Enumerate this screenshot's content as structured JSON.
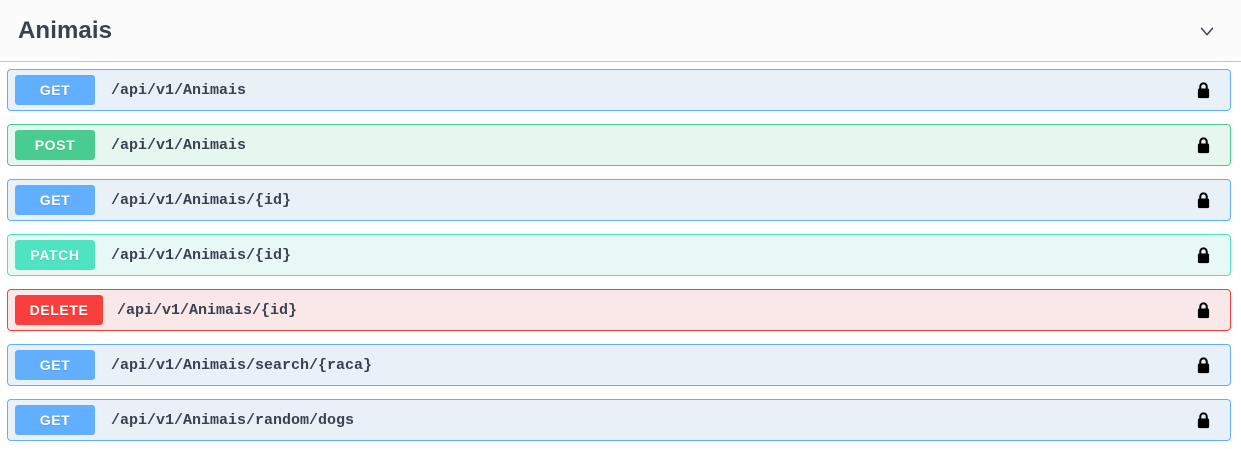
{
  "tag": {
    "title": "Animais",
    "expanded": true,
    "toggle_icon": "chevron-down-icon"
  },
  "colors": {
    "get": "#61affe",
    "post": "#49cc90",
    "patch": "#50e3c2",
    "delete": "#f93e3e",
    "get_bg": "#e8f0f8",
    "post_bg": "#e8f6f0",
    "patch_bg": "#e8f8f5",
    "delete_bg": "#fae7e7",
    "title": "#3b4151",
    "header_bg": "#fbfbfb"
  },
  "operations": [
    {
      "method": "GET",
      "method_class": "m-get",
      "path": "/api/v1/Animais",
      "locked": true,
      "lock_icon": "lock-icon"
    },
    {
      "method": "POST",
      "method_class": "m-post",
      "path": "/api/v1/Animais",
      "locked": true,
      "lock_icon": "lock-icon"
    },
    {
      "method": "GET",
      "method_class": "m-get",
      "path": "/api/v1/Animais/{id}",
      "locked": true,
      "lock_icon": "lock-icon"
    },
    {
      "method": "PATCH",
      "method_class": "m-patch",
      "path": "/api/v1/Animais/{id}",
      "locked": true,
      "lock_icon": "lock-icon"
    },
    {
      "method": "DELETE",
      "method_class": "m-delete",
      "path": "/api/v1/Animais/{id}",
      "locked": true,
      "lock_icon": "lock-icon"
    },
    {
      "method": "GET",
      "method_class": "m-get",
      "path": "/api/v1/Animais/search/{raca}",
      "locked": true,
      "lock_icon": "lock-icon"
    },
    {
      "method": "GET",
      "method_class": "m-get",
      "path": "/api/v1/Animais/random/dogs",
      "locked": true,
      "lock_icon": "lock-icon"
    }
  ]
}
